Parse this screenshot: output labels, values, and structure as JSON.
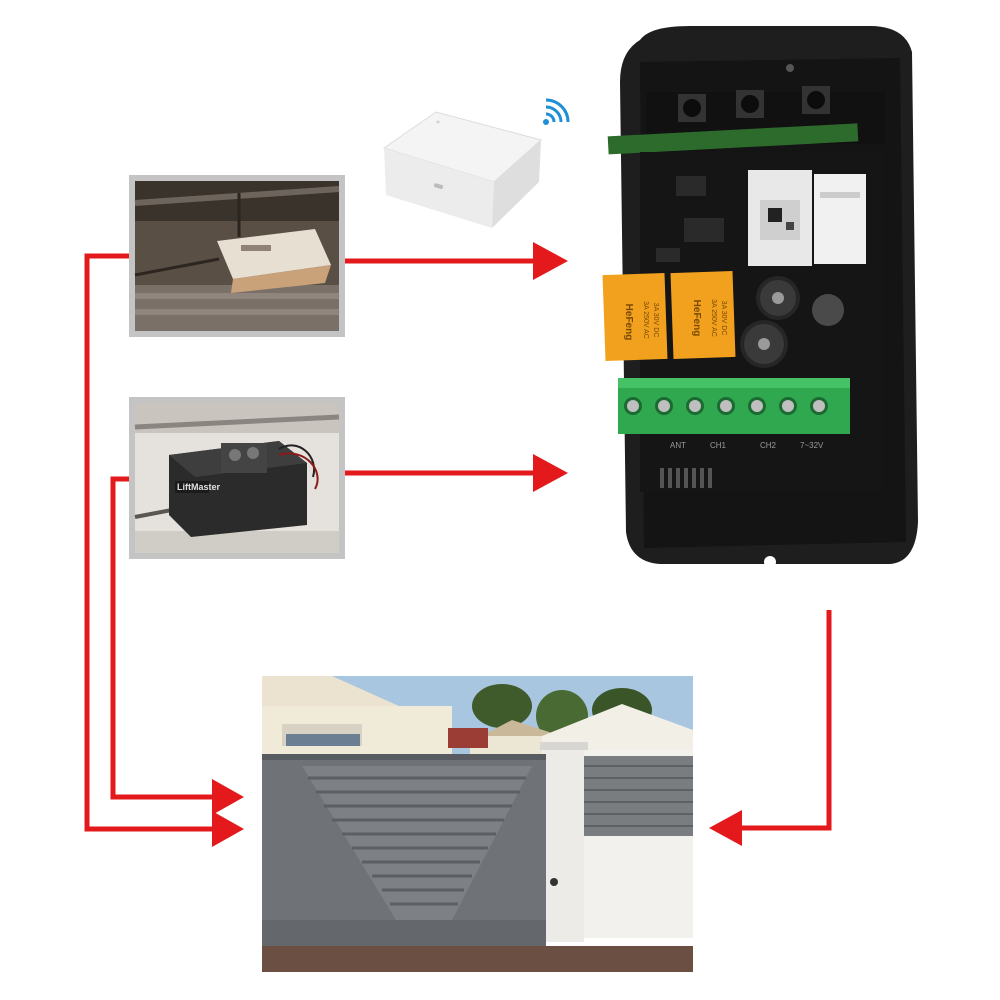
{
  "colors": {
    "arrow": "#e3191c",
    "photo_border": "#bdbdbd",
    "terminal_green": "#2fa84f",
    "relay_orange": "#f2a11f",
    "pcb": "#141414",
    "case": "#1e1e1e"
  },
  "icons": [
    "wifi-icon",
    "wifi-hub",
    "garage-opener",
    "liftmaster-opener",
    "receiver-module",
    "sliding-gate"
  ],
  "receiver": {
    "relay_brand": "HeFeng",
    "relay_rating_1": "3A 250V AC",
    "relay_rating_2": "3A 30V DC",
    "terminal_labels": [
      "ANT",
      "CH1",
      "CH2",
      "7~32V"
    ]
  },
  "opener": {
    "brand": "LiftMaster"
  }
}
